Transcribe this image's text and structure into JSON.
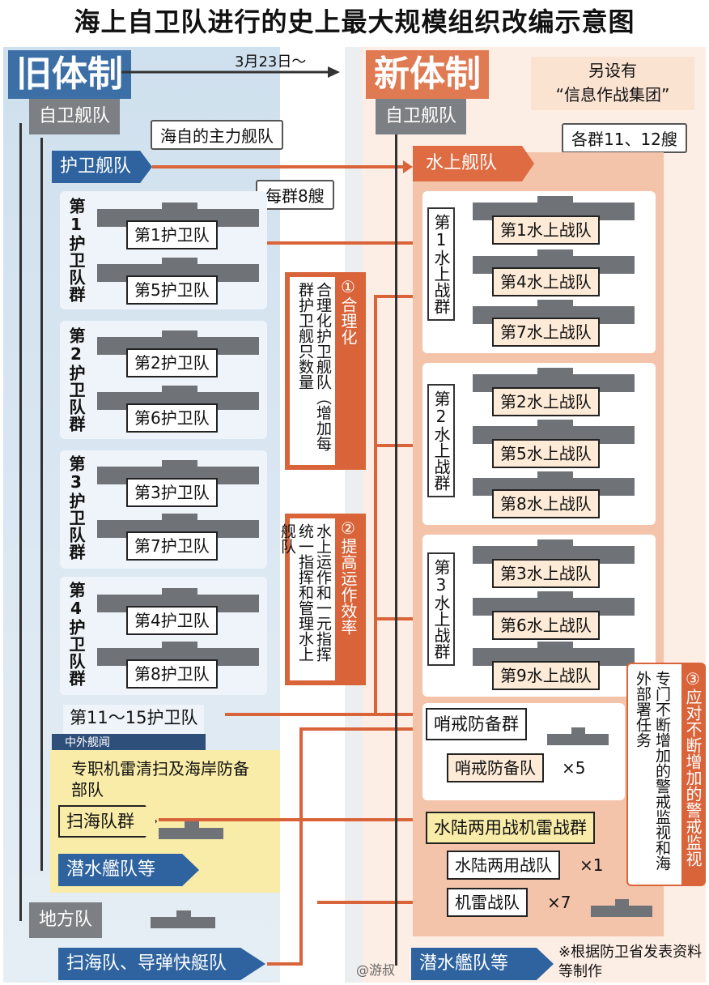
{
  "title": "海上自卫队进行的史上最大规模组织改编示意图",
  "old_system": {
    "title": "旧体制",
    "self_defense_fleet": "自卫舰队",
    "main_fleet_callout": "海自的主力舰队",
    "escort_fleet": "护卫舰队",
    "per_group_callout": "每群8艘",
    "groups": [
      {
        "label": "第1护卫队群",
        "units": [
          "第1护卫队",
          "第5护卫队"
        ]
      },
      {
        "label": "第2护卫队群",
        "units": [
          "第2护卫队",
          "第6护卫队"
        ]
      },
      {
        "label": "第3护卫队群",
        "units": [
          "第3护卫队",
          "第7护卫队"
        ]
      },
      {
        "label": "第4护卫队群",
        "units": [
          "第4护卫队",
          "第8护卫队"
        ]
      }
    ],
    "units_11_15": "第11～15护卫队",
    "watermark": "中外舰闻",
    "mine_desc": "专职机雷清扫及海岸防备部队",
    "minesweeper_group": "扫海队群",
    "submarine_fleet": "潜水艦队等",
    "regional": "地方队",
    "regional_units": "扫海队、导弹快艇队"
  },
  "transition_date": "3月23日～",
  "new_system": {
    "title": "新体制",
    "extra_note_line1": "另设有",
    "extra_note_line2": "“信息作战集团”",
    "self_defense_fleet": "自卫舰队",
    "per_group_callout": "各群11、12艘",
    "surface_fleet": "水上舰队",
    "groups": [
      {
        "label": "第1水上战群",
        "units": [
          "第1水上战队",
          "第4水上战队",
          "第7水上战队"
        ]
      },
      {
        "label": "第2水上战群",
        "units": [
          "第2水上战队",
          "第5水上战队",
          "第8水上战队"
        ]
      },
      {
        "label": "第3水上战群",
        "units": [
          "第3水上战队",
          "第6水上战队",
          "第9水上战队"
        ]
      }
    ],
    "patrol_group": "哨戒防备群",
    "patrol_unit": "哨戒防备队",
    "patrol_count": "×5",
    "amphib_group": "水陆两用战机雷战群",
    "amphib_unit": "水陆两用战队",
    "amphib_count": "×1",
    "mine_unit": "机雷战队",
    "mine_count": "×7",
    "submarine_fleet": "潜水艦队等",
    "source_note": "※根据防卫省发表资料等制作",
    "weibo": "@游叔"
  },
  "notes": {
    "n1_title": "①合理化",
    "n1_body": "合理化护卫舰队（增加每群护卫舰只数量",
    "n2_title": "②提高运作效率",
    "n2_body": "水上运作和一元指挥统一指挥和管理水上舰队",
    "n3_title": "③应对不断增加的警戒监视",
    "n3_body": "专门不断增加的警戒监视和海外部署任务"
  },
  "colors": {
    "old": "#3b6fa5",
    "new": "#e07a52",
    "arrow": "#d9643a",
    "mine_bg": "#f8eca8"
  }
}
